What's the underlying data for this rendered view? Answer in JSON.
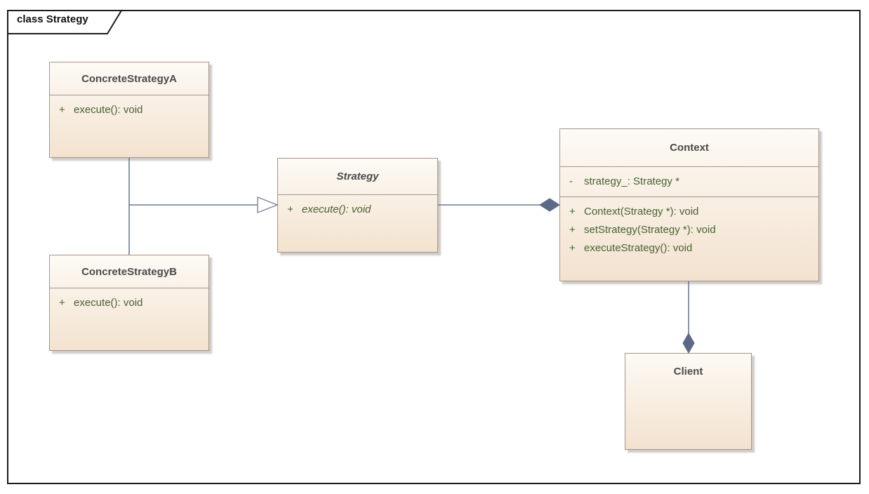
{
  "frame": {
    "tab_label": "class Strategy"
  },
  "colors": {
    "frame_border": "#1c1c1c",
    "box_border": "#a59486",
    "box_fill_top": "#fdfaf5",
    "box_fill_bottom": "#f3e2cf",
    "header_text": "#4a4a4a",
    "member_text": "#476230",
    "connector": "#6c7a94",
    "diamond_fill": "#5c6a88"
  },
  "classes": {
    "concreteStrategyA": {
      "name": "ConcreteStrategyA",
      "methods": [
        {
          "vis": "+",
          "sig": "execute(): void"
        }
      ]
    },
    "concreteStrategyB": {
      "name": "ConcreteStrategyB",
      "methods": [
        {
          "vis": "+",
          "sig": "execute(): void"
        }
      ]
    },
    "strategy": {
      "name": "Strategy",
      "abstract": true,
      "methods": [
        {
          "vis": "+",
          "sig": "execute(): void"
        }
      ]
    },
    "context": {
      "name": "Context",
      "attributes": [
        {
          "vis": "-",
          "sig": "strategy_: Strategy *"
        }
      ],
      "methods": [
        {
          "vis": "+",
          "sig": "Context(Strategy *): void"
        },
        {
          "vis": "+",
          "sig": "setStrategy(Strategy *): void"
        },
        {
          "vis": "+",
          "sig": "executeStrategy(): void"
        }
      ]
    },
    "client": {
      "name": "Client"
    }
  },
  "relationships": [
    {
      "type": "realization",
      "from": "ConcreteStrategyA",
      "to": "Strategy"
    },
    {
      "type": "realization",
      "from": "ConcreteStrategyB",
      "to": "Strategy"
    },
    {
      "type": "composition",
      "owner": "Context",
      "part": "Strategy"
    },
    {
      "type": "composition",
      "owner": "Client",
      "part": "Context"
    }
  ]
}
